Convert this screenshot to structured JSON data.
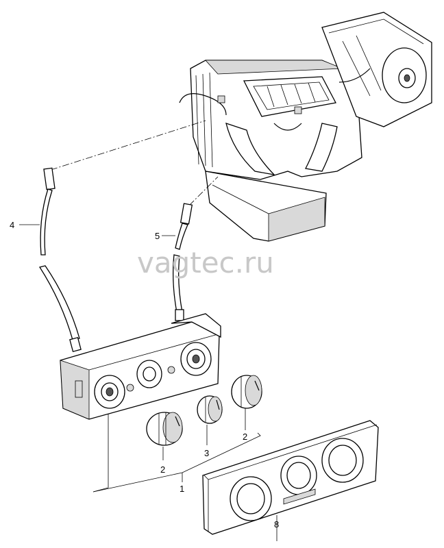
{
  "watermark": "vagtec.ru",
  "callouts": {
    "c1": "1",
    "c2a": "2",
    "c2b": "2",
    "c3": "3",
    "c4": "4",
    "c5": "5",
    "c8": "8"
  }
}
